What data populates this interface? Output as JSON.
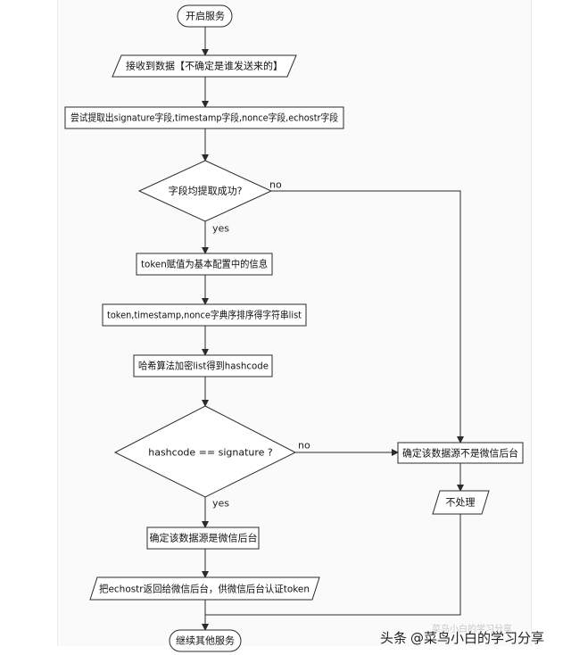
{
  "nodes": {
    "start": "开启服务",
    "receive": "接收到数据【不确定是谁发送来的】",
    "extract": "尝试提取出signature字段,timestamp字段,nonce字段,echostr字段",
    "decision_fields": "字段均提取成功?",
    "assign_token": "token赋值为基本配置中的信息",
    "sort": "token,timestamp,nonce字典序排序得字符串list",
    "hash": "哈希算法加密list得到hashcode",
    "decision_sig": "hashcode == signature ?",
    "confirm_wechat": "确定该数据源是微信后台",
    "return_echostr": "把echostr返回给微信后台，供微信后台认证token",
    "continue": "继续其他服务",
    "not_wechat": "确定该数据源不是微信后台",
    "no_process": "不处理"
  },
  "edges": {
    "yes_1": "yes",
    "no_1": "no",
    "yes_2": "yes",
    "no_2": "no"
  },
  "watermark": {
    "prefix": "头条",
    "handle": "@菜鸟小白的学习分享",
    "faint": "菜鸟小白的学习分享"
  },
  "colors": {
    "stroke": "#2b2b2b",
    "fill": "#ffffff",
    "background": "#fafafa"
  }
}
